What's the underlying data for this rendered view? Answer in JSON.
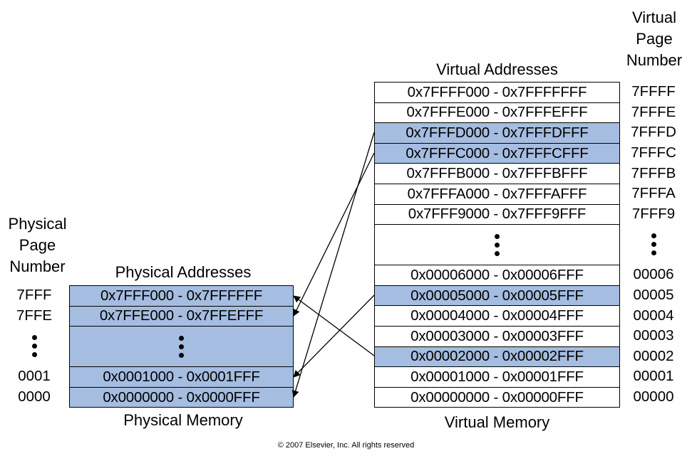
{
  "virtual_page_number_header": [
    "Virtual",
    "Page",
    "Number"
  ],
  "virtual_addresses_header": "Virtual Addresses",
  "virtual_memory_label": "Virtual Memory",
  "virtual_rows": [
    {
      "range": "0x7FFFF000 - 0x7FFFFFFF",
      "vpn": "7FFFF",
      "highlighted": false
    },
    {
      "range": "0x7FFFE000 - 0x7FFFEFFF",
      "vpn": "7FFFE",
      "highlighted": false
    },
    {
      "range": "0x7FFFD000 - 0x7FFFDFFF",
      "vpn": "7FFFD",
      "highlighted": true
    },
    {
      "range": "0x7FFFC000 - 0x7FFFCFFF",
      "vpn": "7FFFC",
      "highlighted": true
    },
    {
      "range": "0x7FFFB000 - 0x7FFFBFFF",
      "vpn": "7FFFB",
      "highlighted": false
    },
    {
      "range": "0x7FFFA000 - 0x7FFFAFFF",
      "vpn": "7FFFA",
      "highlighted": false
    },
    {
      "range": "0x7FFF9000 - 0x7FFF9FFF",
      "vpn": "7FFF9",
      "highlighted": false
    },
    {
      "range": "0x00006000 - 0x00006FFF",
      "vpn": "00006",
      "highlighted": false
    },
    {
      "range": "0x00005000 - 0x00005FFF",
      "vpn": "00005",
      "highlighted": true
    },
    {
      "range": "0x00004000 - 0x00004FFF",
      "vpn": "00004",
      "highlighted": false
    },
    {
      "range": "0x00003000 - 0x00003FFF",
      "vpn": "00003",
      "highlighted": false
    },
    {
      "range": "0x00002000 - 0x00002FFF",
      "vpn": "00002",
      "highlighted": true
    },
    {
      "range": "0x00001000 - 0x00001FFF",
      "vpn": "00001",
      "highlighted": false
    },
    {
      "range": "0x00000000 - 0x00000FFF",
      "vpn": "00000",
      "highlighted": false
    }
  ],
  "physical_page_number_header": [
    "Physical",
    "Page",
    "Number"
  ],
  "physical_addresses_header": "Physical Addresses",
  "physical_memory_label": "Physical Memory",
  "physical_rows": [
    {
      "range": "0x7FFF000 - 0x7FFFFFF",
      "ppn": "7FFF"
    },
    {
      "range": "0x7FFE000 - 0x7FFEFFF",
      "ppn": "7FFE"
    },
    {
      "range": "0x0001000 - 0x0001FFF",
      "ppn": "0001"
    },
    {
      "range": "0x0000000 - 0x0000FFF",
      "ppn": "0000"
    }
  ],
  "mappings": [
    {
      "from_vpn": "7FFFD",
      "to_ppn": "0000"
    },
    {
      "from_vpn": "7FFFC",
      "to_ppn": "7FFE"
    },
    {
      "from_vpn": "00005",
      "to_ppn": "0001"
    },
    {
      "from_vpn": "00002",
      "to_ppn": "7FFF"
    }
  ],
  "colors": {
    "highlight": "#a5bde0",
    "line": "#000000"
  },
  "copyright": "© 2007 Elsevier, Inc. All rights reserved"
}
